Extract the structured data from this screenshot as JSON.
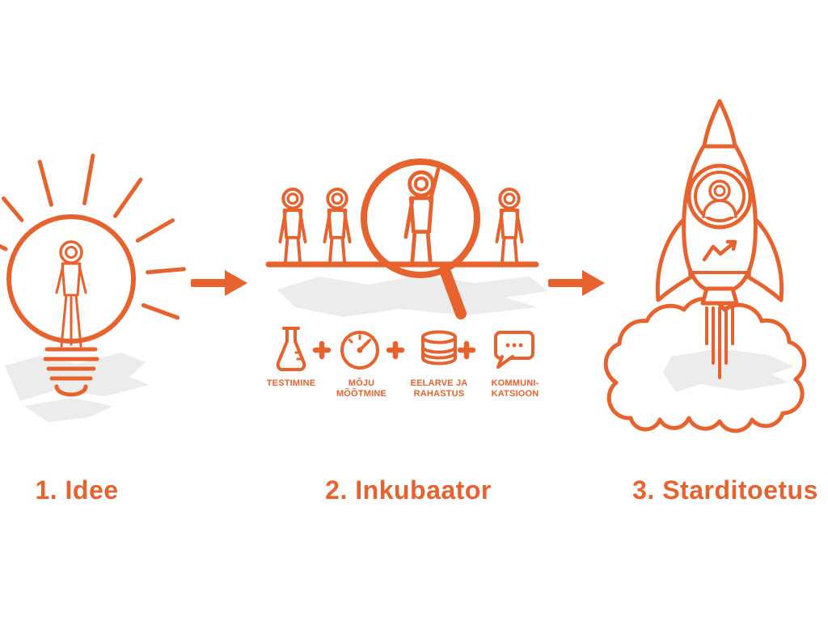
{
  "palette": {
    "accent": "#E8622D",
    "scribble": "#ECECEC",
    "background": "#FFFFFF"
  },
  "stages": [
    {
      "label": "1. Idee",
      "icon": "lightbulb-person-illustration"
    },
    {
      "label": "2. Inkubaator",
      "icon": "people-magnifier-illustration"
    },
    {
      "label": "3. Starditoetus",
      "icon": "rocket-launch-illustration"
    }
  ],
  "incubator": {
    "items": [
      {
        "icon": "flask-icon",
        "line1": "TESTIMINE",
        "line2": ""
      },
      {
        "icon": "gauge-icon",
        "line1": "MÕJU",
        "line2": "MÕÕTMINE"
      },
      {
        "icon": "coins-icon",
        "line1": "EELARVE JA",
        "line2": "RAHASTUS"
      },
      {
        "icon": "speech-bubble-icon",
        "line1": "KOMMUNI-",
        "line2": "KATSIOON"
      }
    ]
  }
}
